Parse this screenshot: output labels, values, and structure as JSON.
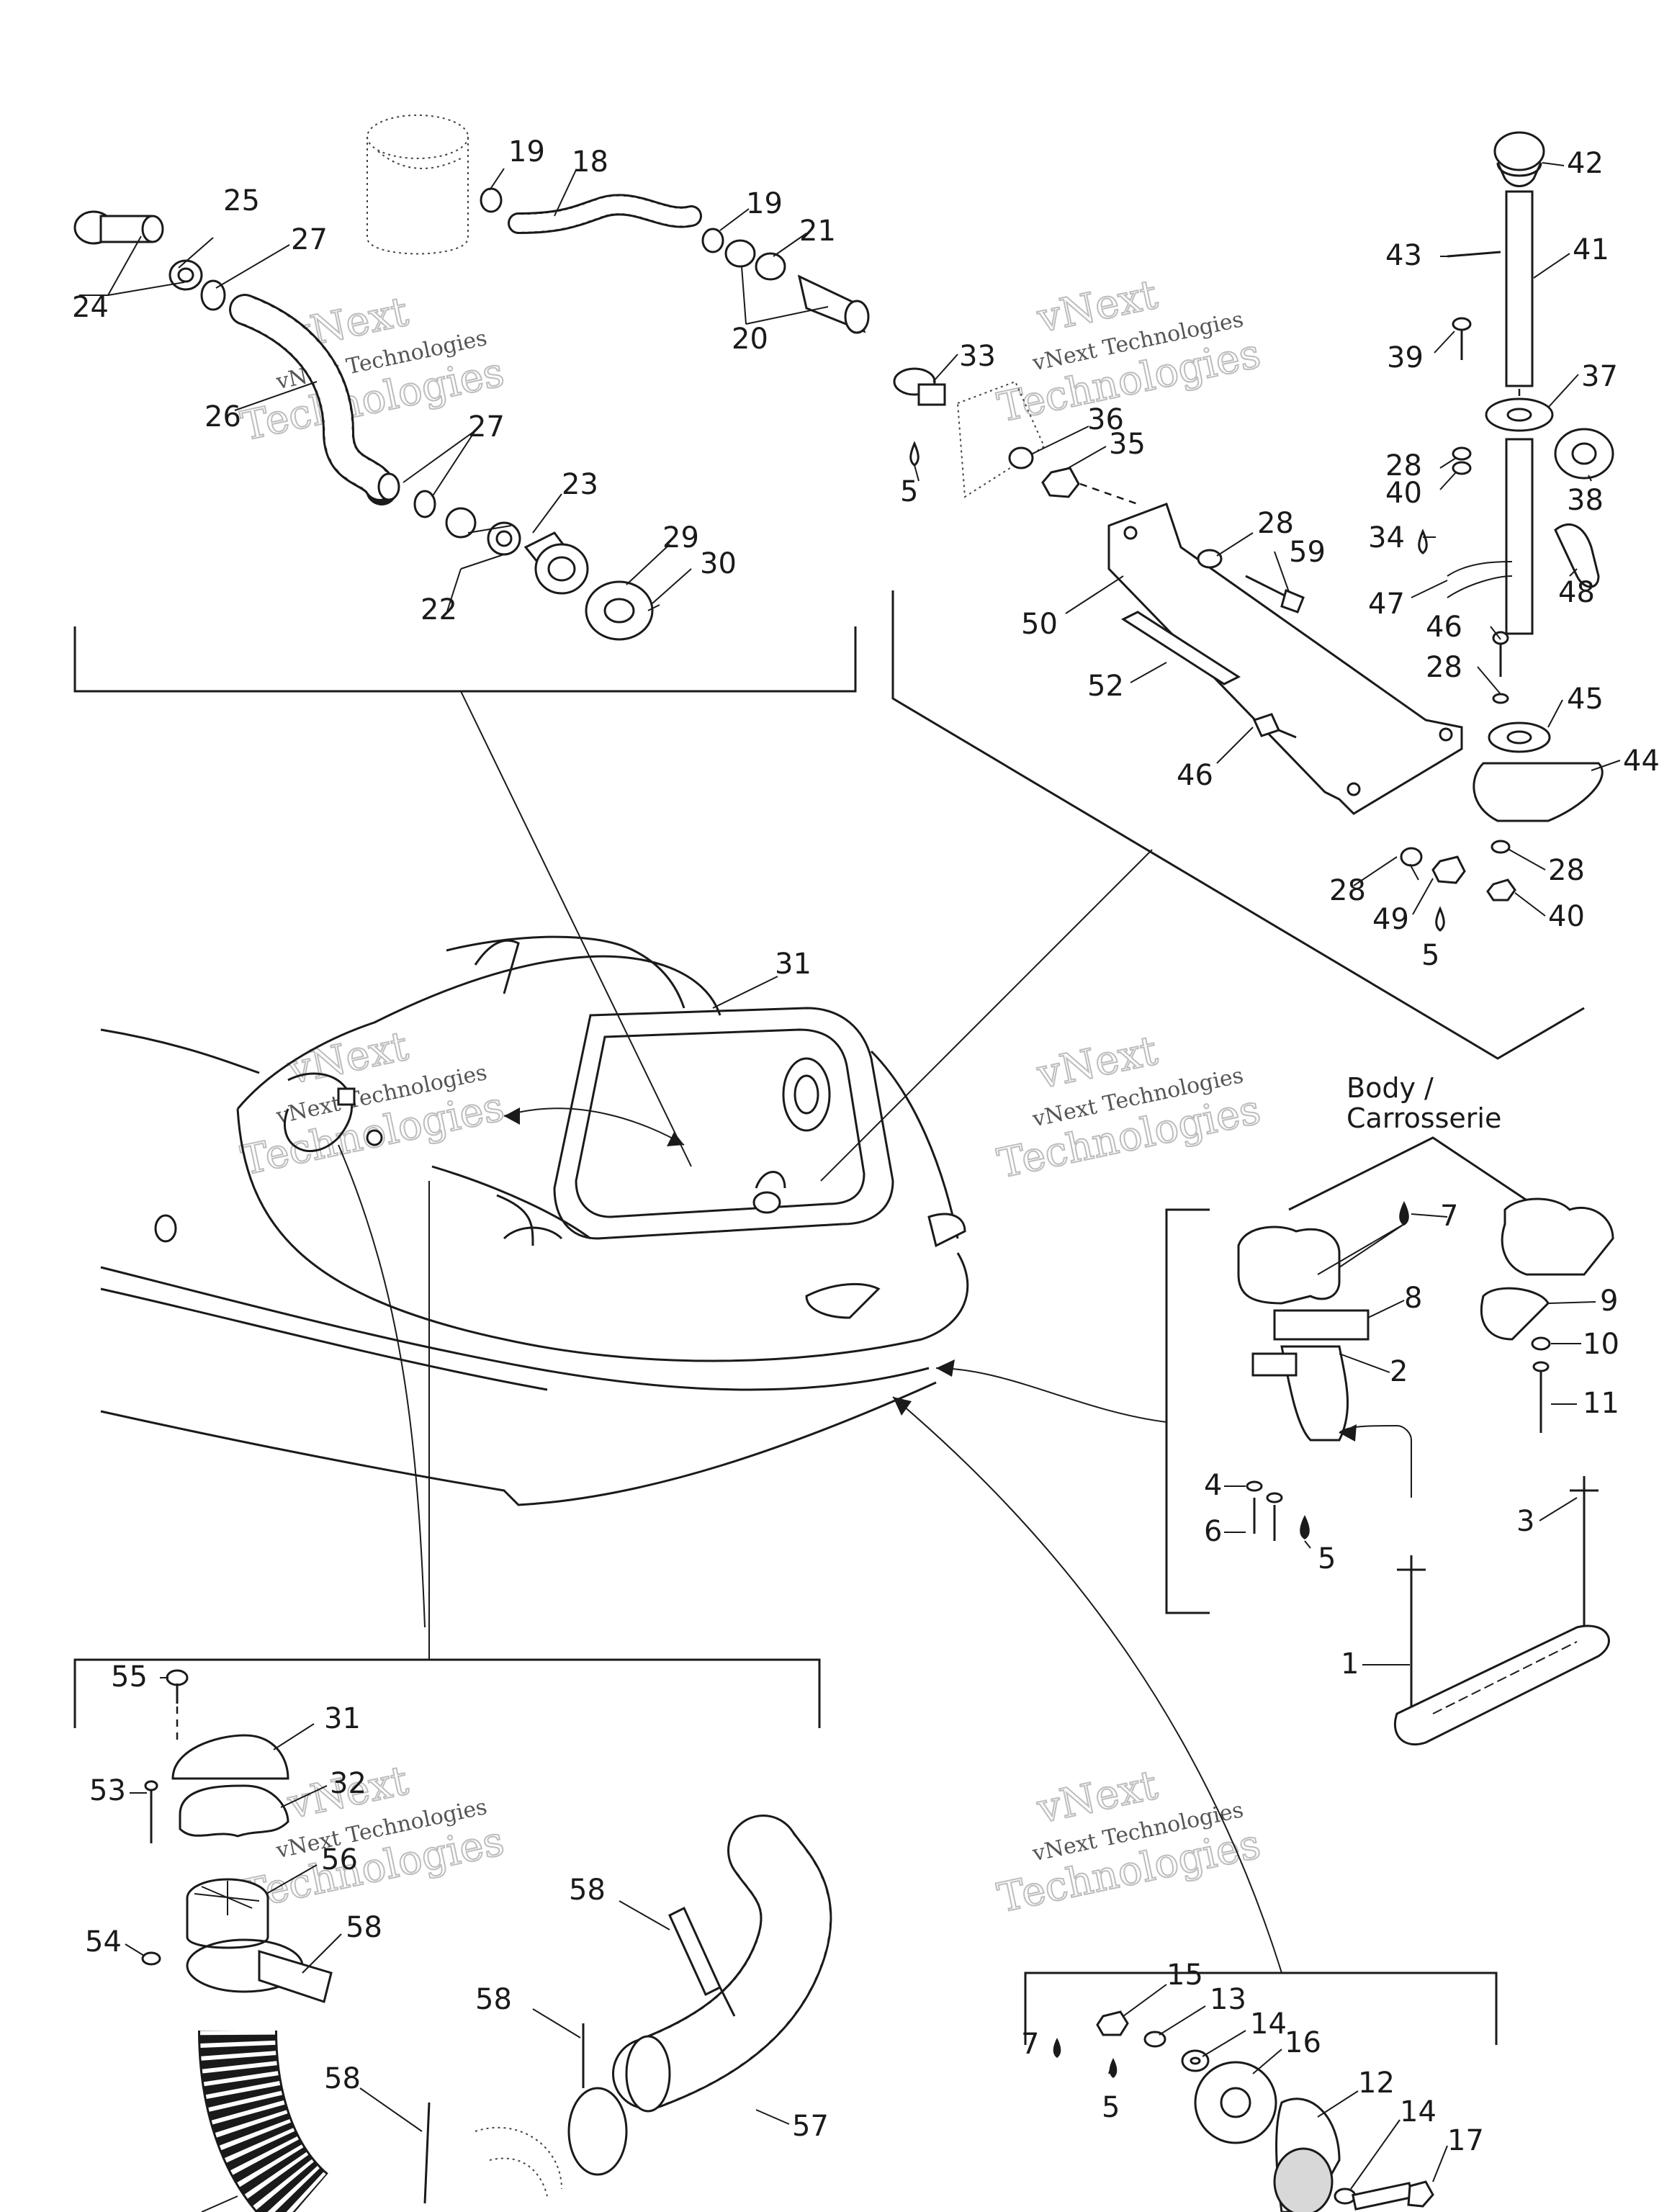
{
  "diagram": {
    "section_label": {
      "line1": "Body /",
      "line2": "Carrosserie"
    },
    "callouts": [
      {
        "id": "c1",
        "text": "1"
      },
      {
        "id": "c2",
        "text": "2"
      },
      {
        "id": "c3",
        "text": "3"
      },
      {
        "id": "c4",
        "text": "4"
      },
      {
        "id": "c5a",
        "text": "5"
      },
      {
        "id": "c5b",
        "text": "5"
      },
      {
        "id": "c5c",
        "text": "5"
      },
      {
        "id": "c5d",
        "text": "5"
      },
      {
        "id": "c6",
        "text": "6"
      },
      {
        "id": "c7a",
        "text": "7"
      },
      {
        "id": "c7b",
        "text": "7"
      },
      {
        "id": "c8",
        "text": "8"
      },
      {
        "id": "c9",
        "text": "9"
      },
      {
        "id": "c10",
        "text": "10"
      },
      {
        "id": "c11",
        "text": "11"
      },
      {
        "id": "c12",
        "text": "12"
      },
      {
        "id": "c13",
        "text": "13"
      },
      {
        "id": "c14a",
        "text": "14"
      },
      {
        "id": "c14b",
        "text": "14"
      },
      {
        "id": "c15",
        "text": "15"
      },
      {
        "id": "c16",
        "text": "16"
      },
      {
        "id": "c17",
        "text": "17"
      },
      {
        "id": "c18",
        "text": "18"
      },
      {
        "id": "c19a",
        "text": "19"
      },
      {
        "id": "c19b",
        "text": "19"
      },
      {
        "id": "c20",
        "text": "20"
      },
      {
        "id": "c21",
        "text": "21"
      },
      {
        "id": "c22",
        "text": "22"
      },
      {
        "id": "c23",
        "text": "23"
      },
      {
        "id": "c24",
        "text": "24"
      },
      {
        "id": "c25",
        "text": "25"
      },
      {
        "id": "c26",
        "text": "26"
      },
      {
        "id": "c27a",
        "text": "27"
      },
      {
        "id": "c27b",
        "text": "27"
      },
      {
        "id": "c28a",
        "text": "28"
      },
      {
        "id": "c28b",
        "text": "28"
      },
      {
        "id": "c28c",
        "text": "28"
      },
      {
        "id": "c28d",
        "text": "28"
      },
      {
        "id": "c28e",
        "text": "28"
      },
      {
        "id": "c29",
        "text": "29"
      },
      {
        "id": "c30",
        "text": "30"
      },
      {
        "id": "c31a",
        "text": "31"
      },
      {
        "id": "c31b",
        "text": "31"
      },
      {
        "id": "c32",
        "text": "32"
      },
      {
        "id": "c33",
        "text": "33"
      },
      {
        "id": "c34",
        "text": "34"
      },
      {
        "id": "c35",
        "text": "35"
      },
      {
        "id": "c36",
        "text": "36"
      },
      {
        "id": "c37",
        "text": "37"
      },
      {
        "id": "c38",
        "text": "38"
      },
      {
        "id": "c39",
        "text": "39"
      },
      {
        "id": "c40a",
        "text": "40"
      },
      {
        "id": "c40b",
        "text": "40"
      },
      {
        "id": "c41",
        "text": "41"
      },
      {
        "id": "c42",
        "text": "42"
      },
      {
        "id": "c43",
        "text": "43"
      },
      {
        "id": "c44",
        "text": "44"
      },
      {
        "id": "c45",
        "text": "45"
      },
      {
        "id": "c46a",
        "text": "46"
      },
      {
        "id": "c46b",
        "text": "46"
      },
      {
        "id": "c47",
        "text": "47"
      },
      {
        "id": "c48",
        "text": "48"
      },
      {
        "id": "c49",
        "text": "49"
      },
      {
        "id": "c50",
        "text": "50"
      },
      {
        "id": "c52",
        "text": "52"
      },
      {
        "id": "c53",
        "text": "53"
      },
      {
        "id": "c54",
        "text": "54"
      },
      {
        "id": "c55",
        "text": "55"
      },
      {
        "id": "c56",
        "text": "56"
      },
      {
        "id": "c57",
        "text": "57"
      },
      {
        "id": "c58a",
        "text": "58"
      },
      {
        "id": "c58b",
        "text": "58"
      },
      {
        "id": "c58c",
        "text": "58"
      },
      {
        "id": "c58d",
        "text": "58"
      },
      {
        "id": "c59",
        "text": "59"
      }
    ],
    "watermark": {
      "brand": "vNext",
      "line1": "vNext Technologies",
      "line2": "Technologies"
    }
  }
}
